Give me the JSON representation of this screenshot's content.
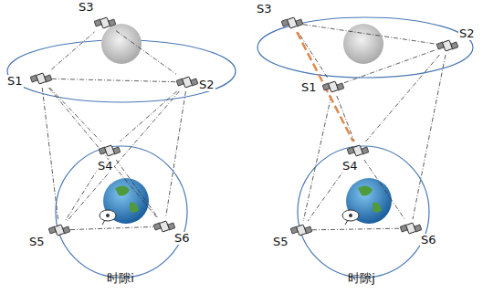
{
  "diagram": {
    "nodes": [
      {
        "text": [
          "S1"
        ]
      },
      {
        "text": [
          "S2"
        ]
      },
      {
        "text": [
          "S3"
        ]
      },
      {
        "text": [
          "S4"
        ]
      },
      {
        "text": [
          "S5"
        ]
      },
      {
        "text": [
          "S6"
        ]
      },
      {
        "text": [
          "S3"
        ]
      },
      {
        "text": [
          "S2"
        ]
      },
      {
        "text": [
          "S1"
        ]
      },
      {
        "text": [
          "S4"
        ]
      },
      {
        "text": [
          "S5"
        ]
      },
      {
        "text": [
          "S6"
        ]
      }
    ],
    "edges": [
      {
        "from": 0,
        "to": 2,
        "arrow": "none"
      },
      {
        "from": 2,
        "to": 1,
        "arrow": "none"
      },
      {
        "from": 0,
        "to": 1,
        "arrow": "none"
      },
      {
        "from": 0,
        "to": 3,
        "arrow": "none"
      },
      {
        "from": 0,
        "to": 4,
        "arrow": "none"
      },
      {
        "from": 0,
        "to": 5,
        "arrow": "none"
      },
      {
        "from": 1,
        "to": 3,
        "arrow": "none"
      },
      {
        "from": 1,
        "to": 4,
        "arrow": "none"
      },
      {
        "from": 1,
        "to": 5,
        "arrow": "none"
      },
      {
        "from": 3,
        "to": 4,
        "arrow": "none"
      },
      {
        "from": 3,
        "to": 5,
        "arrow": "none"
      },
      {
        "from": 4,
        "to": 5,
        "arrow": "none"
      },
      {
        "from": 8,
        "to": 6,
        "arrow": "none"
      },
      {
        "from": 6,
        "to": 7,
        "arrow": "none"
      },
      {
        "from": 8,
        "to": 7,
        "arrow": "none"
      },
      {
        "from": 8,
        "to": 9,
        "arrow": "none"
      },
      {
        "from": 8,
        "to": 10,
        "arrow": "none"
      },
      {
        "from": 7,
        "to": 9,
        "arrow": "none"
      },
      {
        "from": 7,
        "to": 11,
        "arrow": "none"
      },
      {
        "from": 9,
        "to": 10,
        "arrow": "none"
      },
      {
        "from": 9,
        "to": 11,
        "arrow": "none"
      },
      {
        "from": 10,
        "to": 11,
        "arrow": "none"
      },
      {
        "from": 6,
        "to": 9,
        "arrow": "none"
      }
    ],
    "labels": [
      "时隙i",
      "时隙j"
    ]
  }
}
